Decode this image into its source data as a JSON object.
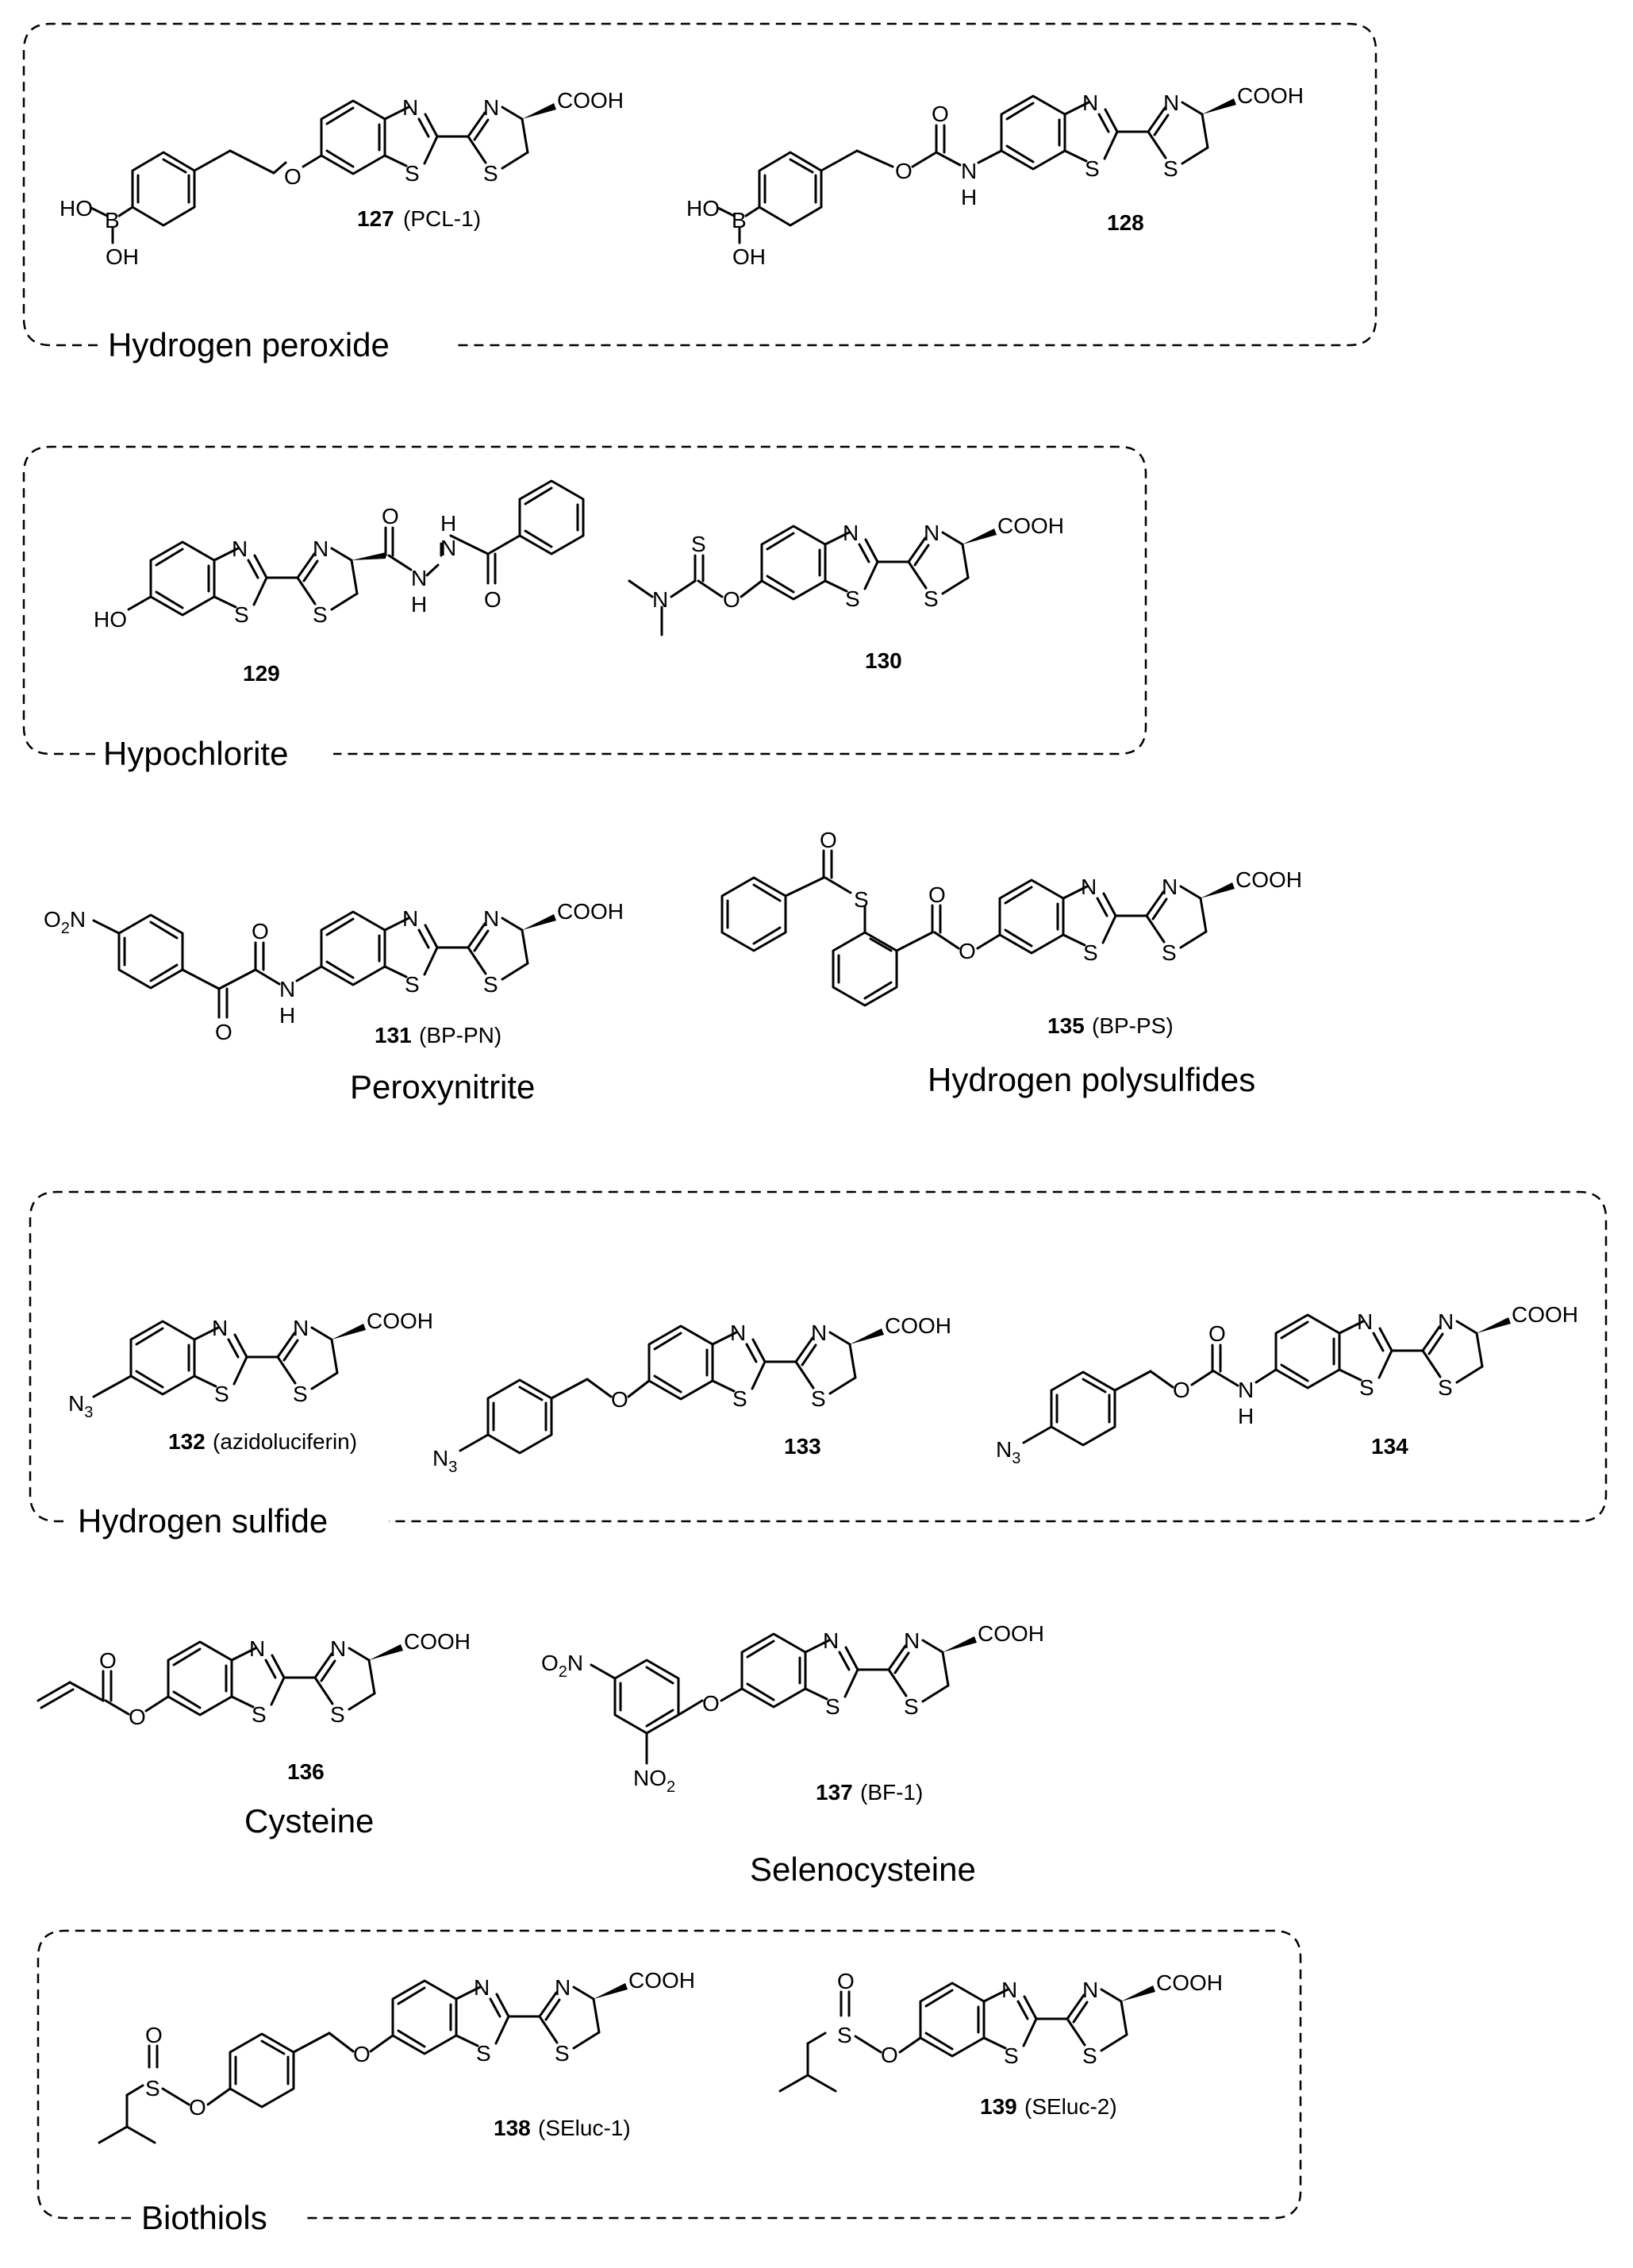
{
  "groups": {
    "hydrogen_peroxide": "Hydrogen peroxide",
    "hypochlorite": "Hypochlorite",
    "peroxynitrite": "Peroxynitrite",
    "hydrogen_polysulfides": "Hydrogen polysulfides",
    "hydrogen_sulfide": "Hydrogen sulfide",
    "cysteine": "Cysteine",
    "selenocysteine": "Selenocysteine",
    "biothiols": "Biothiols"
  },
  "compounds": {
    "c127": {
      "number": "127",
      "name": "(PCL-1)"
    },
    "c128": {
      "number": "128",
      "name": ""
    },
    "c129": {
      "number": "129",
      "name": ""
    },
    "c130": {
      "number": "130",
      "name": ""
    },
    "c131": {
      "number": "131",
      "name": "(BP-PN)"
    },
    "c132": {
      "number": "132",
      "name": "(azidoluciferin)"
    },
    "c133": {
      "number": "133",
      "name": ""
    },
    "c134": {
      "number": "134",
      "name": ""
    },
    "c135": {
      "number": "135",
      "name": "(BP-PS)"
    },
    "c136": {
      "number": "136",
      "name": ""
    },
    "c137": {
      "number": "137",
      "name": "(BF-1)"
    },
    "c138": {
      "number": "138",
      "name": "(SEluc-1)"
    },
    "c139": {
      "number": "139",
      "name": "(SEluc-2)"
    }
  },
  "atoms": {
    "N": "N",
    "S": "S",
    "O": "O",
    "H": "H",
    "B": "B",
    "COOH": "COOH",
    "HO": "HO",
    "OH": "OH",
    "O2N": "O",
    "O2N_sub": "2",
    "O2N_tail": "N",
    "NO2": "NO",
    "NO2_sub": "2",
    "N3": "N",
    "N3_sub": "3"
  }
}
